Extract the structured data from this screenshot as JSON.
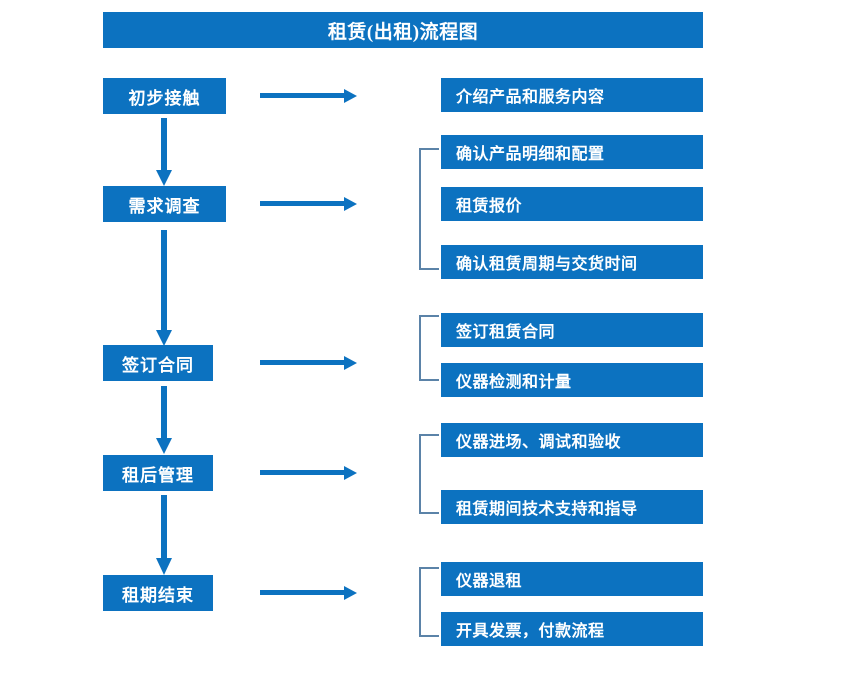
{
  "diagram": {
    "title": "租赁(出租)流程图",
    "colors": {
      "box_fill": "#0C72C0",
      "box_text": "#FFFFFF",
      "arrow": "#0C72C0",
      "bracket": "#5B83A8",
      "background": "#FFFFFF"
    },
    "stages": [
      {
        "id": "initial-contact",
        "label": "初步接触"
      },
      {
        "id": "demand-survey",
        "label": "需求调查"
      },
      {
        "id": "sign-contract",
        "label": "签订合同"
      },
      {
        "id": "post-rent-mgmt",
        "label": "租后管理"
      },
      {
        "id": "rental-end",
        "label": "租期结束"
      }
    ],
    "details": [
      {
        "id": "detail-1",
        "stage": "initial-contact",
        "label": "介绍产品和服务内容"
      },
      {
        "id": "detail-2",
        "stage": "demand-survey",
        "label": "确认产品明细和配置"
      },
      {
        "id": "detail-3",
        "stage": "demand-survey",
        "label": "租赁报价"
      },
      {
        "id": "detail-4",
        "stage": "demand-survey",
        "label": "确认租赁周期与交货时间"
      },
      {
        "id": "detail-5",
        "stage": "sign-contract",
        "label": "签订租赁合同"
      },
      {
        "id": "detail-6",
        "stage": "sign-contract",
        "label": "仪器检测和计量"
      },
      {
        "id": "detail-7",
        "stage": "post-rent-mgmt",
        "label": "仪器进场、调试和验收"
      },
      {
        "id": "detail-8",
        "stage": "post-rent-mgmt",
        "label": "租赁期间技术支持和指导"
      },
      {
        "id": "detail-9",
        "stage": "rental-end",
        "label": "仪器退租"
      },
      {
        "id": "detail-10",
        "stage": "rental-end",
        "label": "开具发票，付款流程"
      }
    ],
    "connectors": {
      "horizontal_arrows": 5,
      "vertical_arrows": 4,
      "brackets": 4
    }
  },
  "chart_data": {
    "type": "diagram",
    "title": "租赁(出租)流程图",
    "nodes": [
      "初步接触",
      "需求调查",
      "签订合同",
      "租后管理",
      "租期结束"
    ],
    "edges": [
      [
        "初步接触",
        "需求调查"
      ],
      [
        "需求调查",
        "签订合同"
      ],
      [
        "签订合同",
        "租后管理"
      ],
      [
        "租后管理",
        "租期结束"
      ]
    ]
  }
}
